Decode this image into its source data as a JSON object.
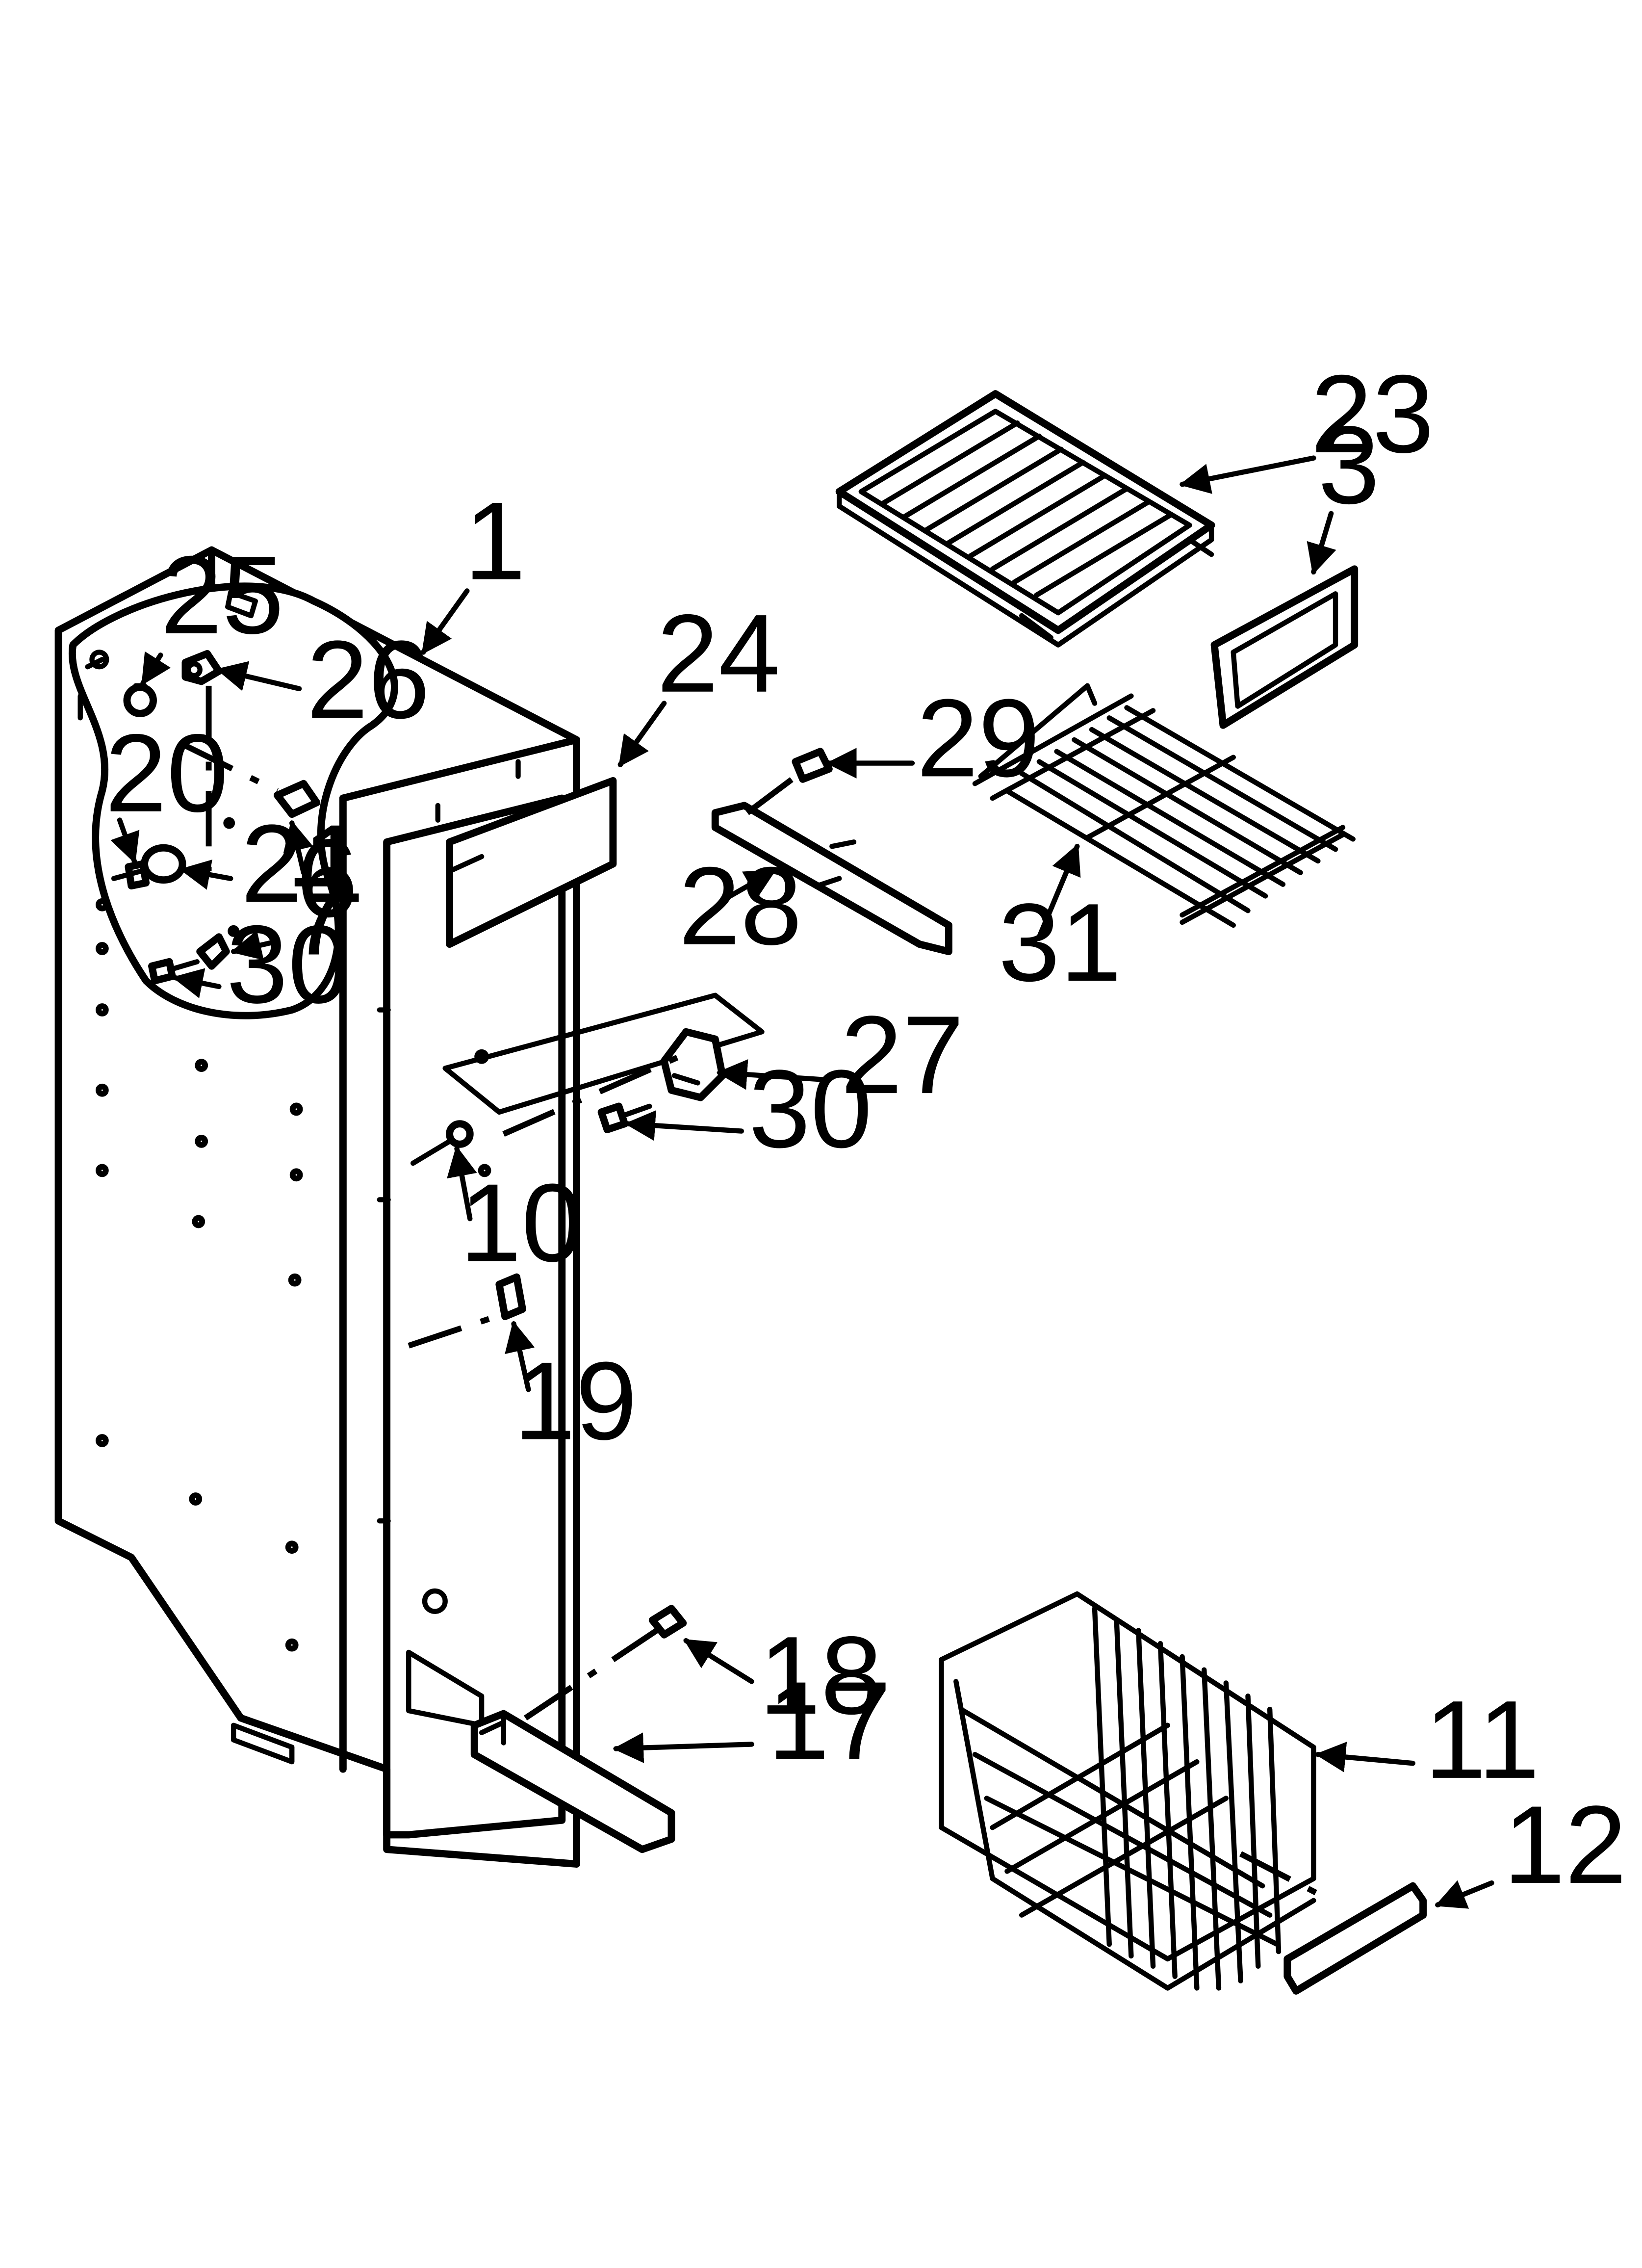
{
  "callouts": {
    "c1": "1",
    "c3": "3",
    "c6": "6",
    "c7": "7",
    "c10": "10",
    "c11": "11",
    "c12": "12",
    "c17": "17",
    "c18": "18",
    "c19": "19",
    "c20": "20",
    "c21": "21",
    "c23": "23",
    "c24": "24",
    "c25": "25",
    "c26": "26",
    "c27": "27",
    "c28": "28",
    "c29": "29",
    "c30a": "30",
    "c30b": "30",
    "c31": "31"
  }
}
